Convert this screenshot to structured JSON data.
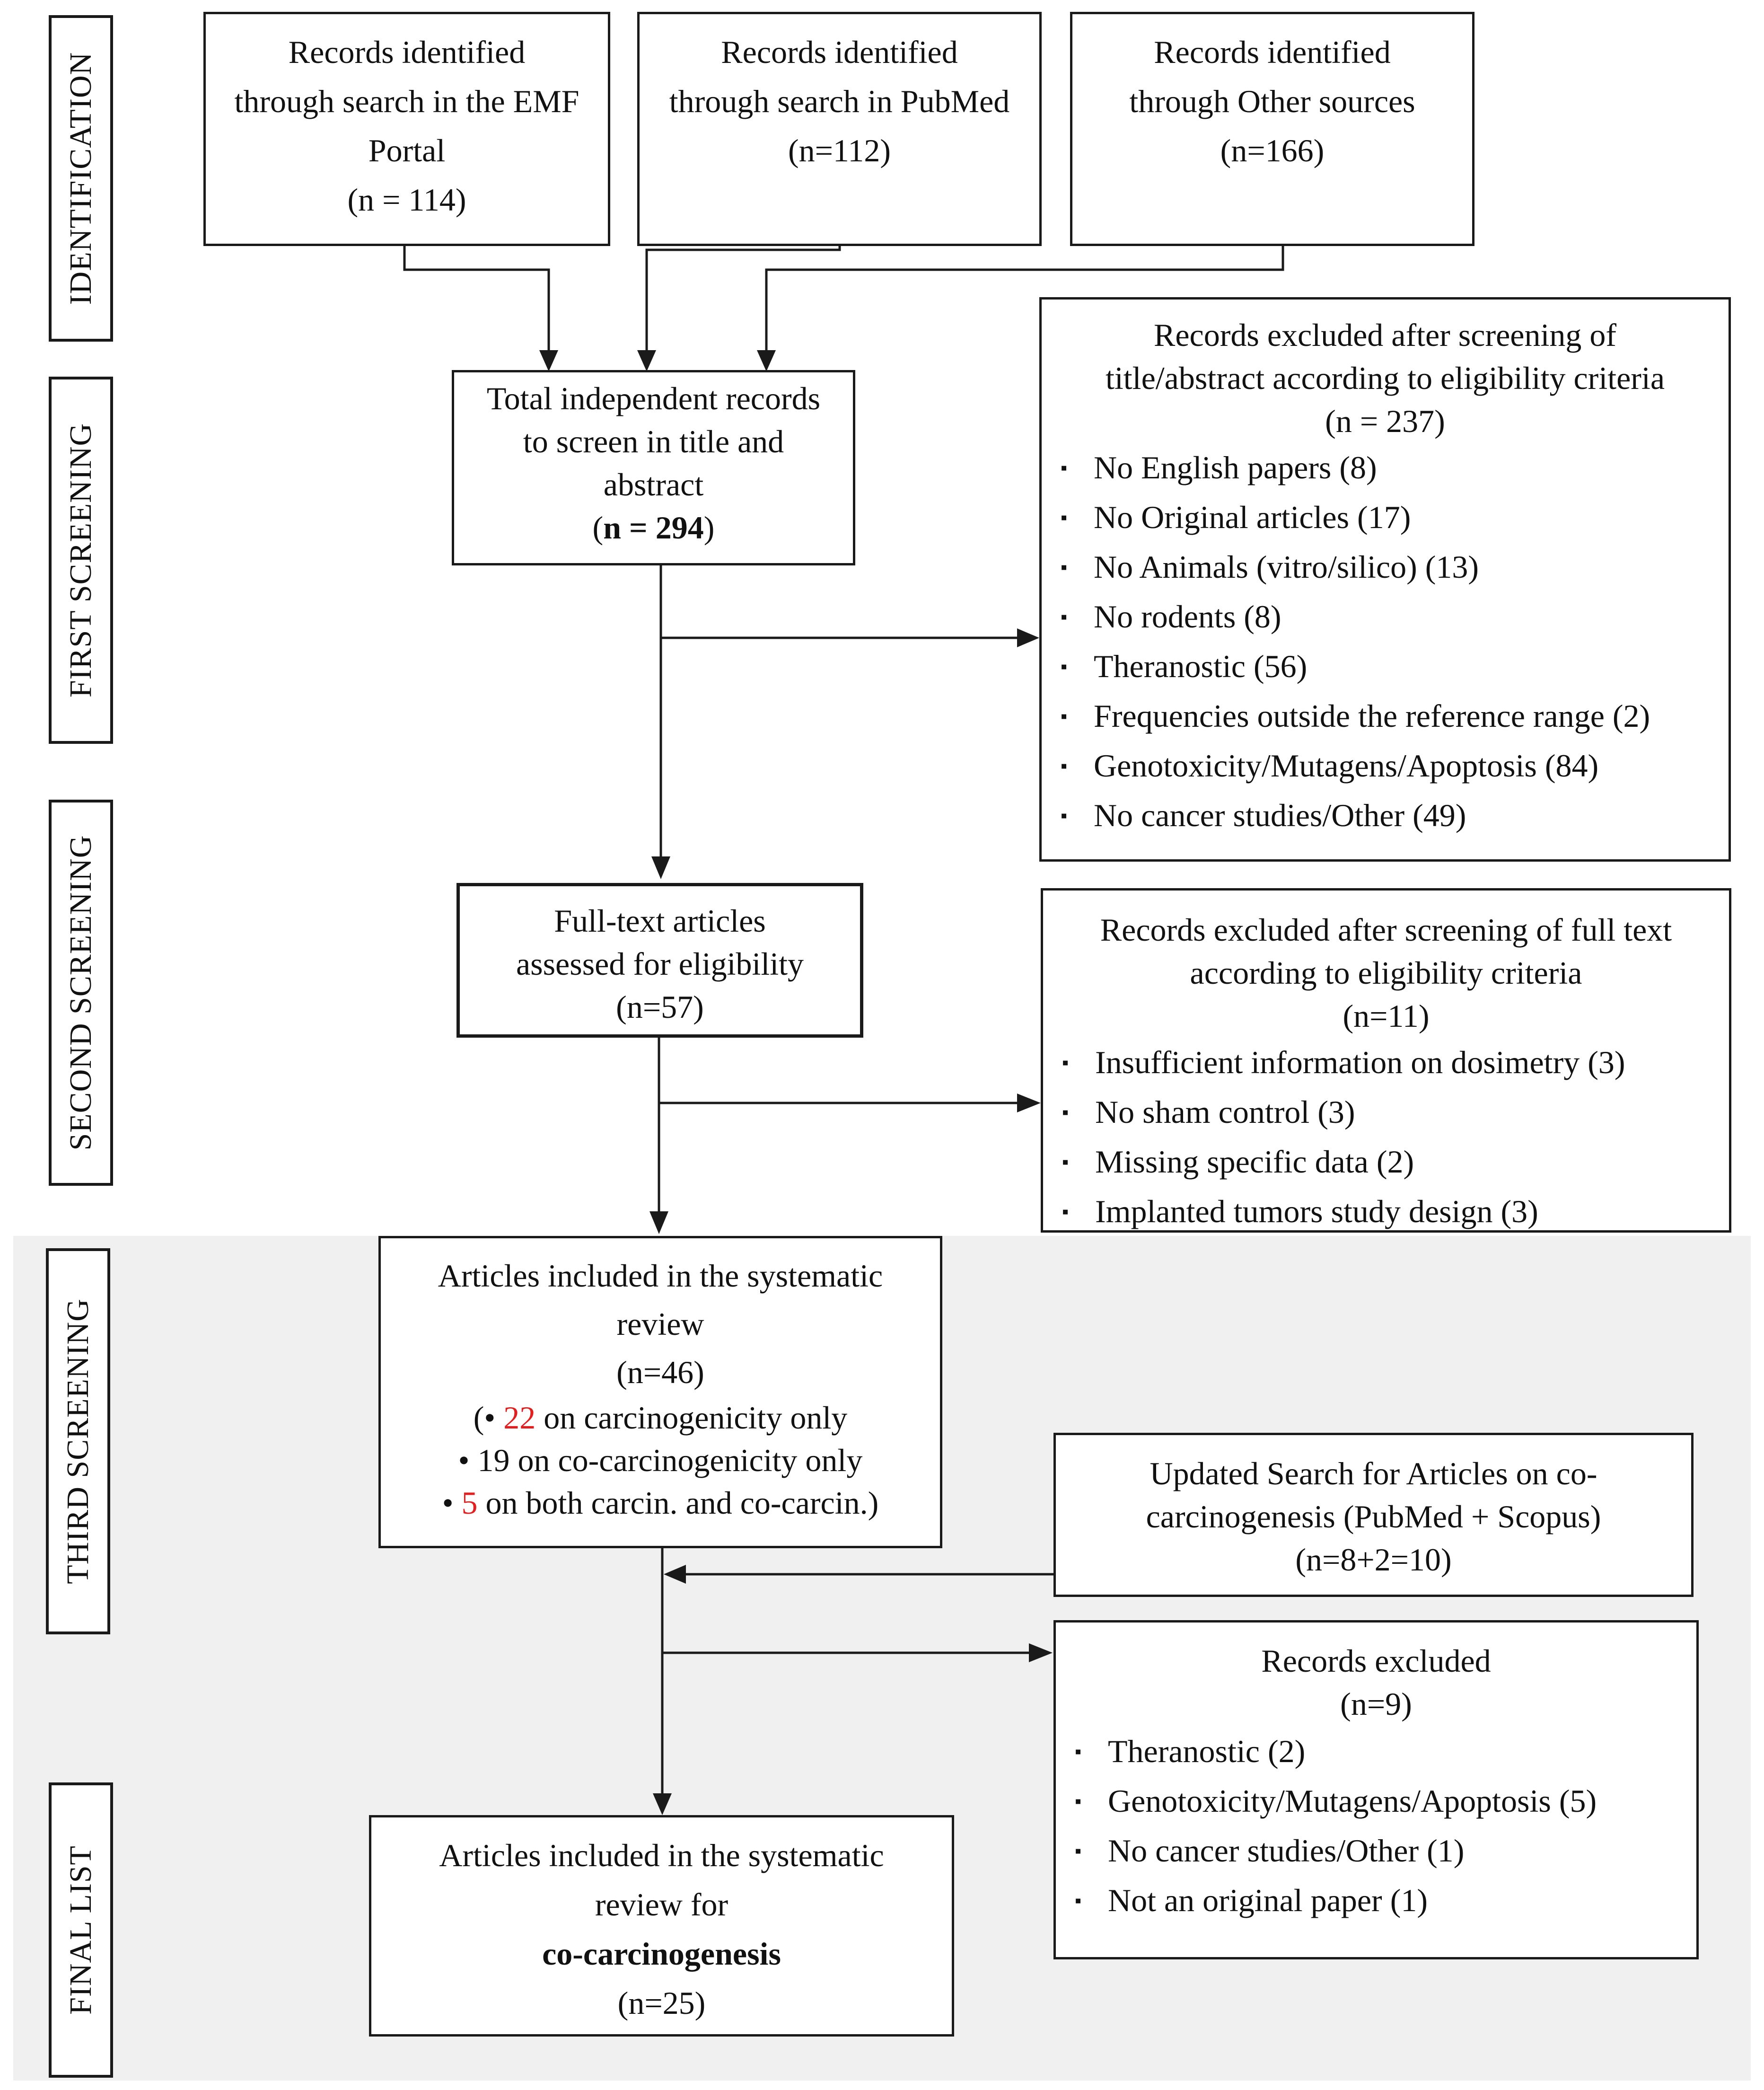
{
  "stages": {
    "identification": "IDENTIFICATION",
    "first_screening": "FIRST SCREENING",
    "second_screening": "SECOND SCREENING",
    "third_screening": "THIRD SCREENING",
    "final_list": "FINAL LIST"
  },
  "identification": {
    "emf": {
      "line1": "Records identified",
      "line2": "through search in the EMF",
      "line3": "Portal",
      "count": "(n = 114)"
    },
    "pubmed": {
      "line1": "Records identified",
      "line2": "through search in PubMed",
      "count": "(n=112)"
    },
    "other": {
      "line1": "Records identified",
      "line2": "through Other sources",
      "count": "(n=166)"
    }
  },
  "total": {
    "line1": "Total independent records",
    "line2": "to screen in title and",
    "line3": "abstract",
    "count_open": "(",
    "count_bold": "n = 294",
    "count_close": ")"
  },
  "excluded_first": {
    "line1": "Records excluded after screening of",
    "line2": "title/abstract according to eligibility criteria",
    "count": "(n = 237)",
    "items": [
      "No English papers (8)",
      "No Original articles (17)",
      "No Animals (vitro/silico) (13)",
      "No rodents (8)",
      "Theranostic (56)",
      "Frequencies outside the reference range (2)",
      "Genotoxicity/Mutagens/Apoptosis (84)",
      "No cancer studies/Other (49)"
    ]
  },
  "fulltext": {
    "line1": "Full-text articles",
    "line2": "assessed for eligibility",
    "count": "(n=57)"
  },
  "excluded_second": {
    "line1": "Records excluded after screening of full text",
    "line2": "according to eligibility criteria",
    "count": "(n=11)",
    "items": [
      "Insufficient information on dosimetry (3)",
      "No sham control (3)",
      "Missing specific data (2)",
      "Implanted tumors study design (3)"
    ]
  },
  "included": {
    "line1": "Articles included in the systematic",
    "line2": "review",
    "count": "(n=46)",
    "b1_prefix": "(• ",
    "b1_num": "22",
    "b1_suffix": " on carcinogenicity only",
    "b2": "• 19 on co-carcinogenicity only",
    "b3_prefix": "• ",
    "b3_num": "5",
    "b3_suffix": " on both carcin. and co-carcin.)"
  },
  "updated": {
    "line1": "Updated Search for Articles on co-",
    "line2": "carcinogenesis (PubMed + Scopus)",
    "count": "(n=8+2=10)"
  },
  "excluded_third": {
    "line1": "Records excluded",
    "count": "(n=9)",
    "items": [
      "Theranostic (2)",
      "Genotoxicity/Mutagens/Apoptosis (5)",
      "No cancer studies/Other (1)",
      "Not an original paper (1)"
    ]
  },
  "final": {
    "line1": "Articles included in the systematic",
    "line2": "review for",
    "line3": "co-carcinogenesis",
    "count": "(n=25)"
  },
  "colors": {
    "highlight": "#e02020",
    "region": "#f0f0f0",
    "stroke": "#1a1a1a"
  },
  "bullet_glyph": "▪"
}
